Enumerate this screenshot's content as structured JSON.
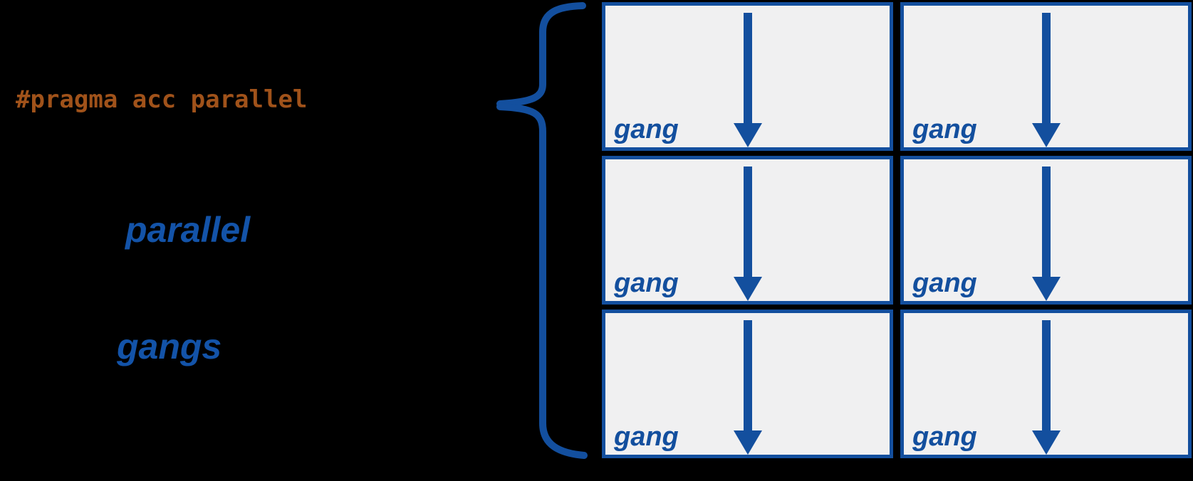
{
  "colors": {
    "diagram_blue": "#134F9E",
    "label_blue": "#1353A8",
    "code_orange": "#A0521A",
    "cell_fill": "#F0F0F1",
    "background": "#000000"
  },
  "labels": {
    "pragma": "#pragma acc parallel",
    "parallel": "parallel",
    "gangs": "gangs"
  },
  "grid": {
    "columns": 2,
    "rows": 3,
    "cells": [
      {
        "label": "gang"
      },
      {
        "label": "gang"
      },
      {
        "label": "gang"
      },
      {
        "label": "gang"
      },
      {
        "label": "gang"
      },
      {
        "label": "gang"
      }
    ]
  }
}
